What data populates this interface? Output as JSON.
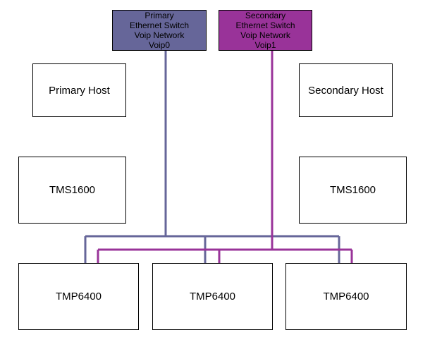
{
  "switches": {
    "primary": {
      "lines": [
        "Primary",
        "Ethernet Switch",
        "Voip Network",
        "Voip0"
      ],
      "color": "#666699"
    },
    "secondary": {
      "lines": [
        "Secondary",
        "Ethernet Switch",
        "Voip Network",
        "Voip1"
      ],
      "color": "#993399"
    }
  },
  "hosts": {
    "primary": "Primary Host",
    "secondary": "Secondary Host"
  },
  "tms": {
    "left": "TMS1600",
    "right": "TMS1600"
  },
  "tmp": [
    "TMP6400",
    "TMP6400",
    "TMP6400"
  ],
  "link_colors": {
    "voip0": "#666699",
    "voip1": "#993399"
  }
}
